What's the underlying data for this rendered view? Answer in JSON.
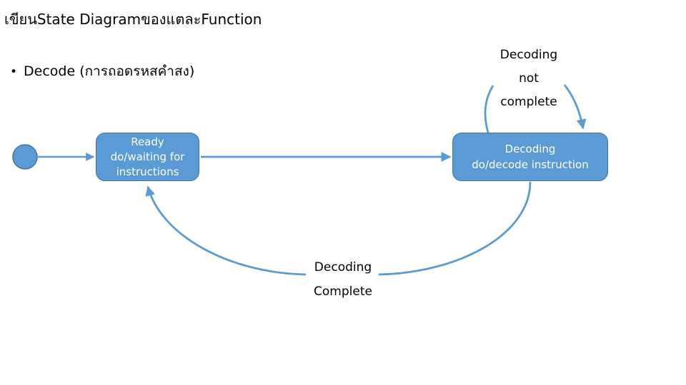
{
  "slide": {
    "title": "เขียนState DiagramของแตละFunction",
    "bullet": {
      "marker": "•",
      "text": "Decode (การถอดรหสคำสง)"
    }
  },
  "diagram": {
    "type": "state-diagram",
    "colors": {
      "state_fill": "#5B9BD5",
      "state_border": "#41719C",
      "state_text": "#FFFFFF",
      "connector": "#5B9BD5",
      "label_text": "#000000",
      "background": "#FFFFFF"
    },
    "initial_state": {
      "name": "start-node",
      "shape": "filled-circle"
    },
    "states": [
      {
        "id": "ready",
        "name": "Ready",
        "activity_line_1": "do/waiting for",
        "activity_line_2": "instructions"
      },
      {
        "id": "decoding",
        "name": "Decoding",
        "activity": "do/decode instruction"
      }
    ],
    "transitions": [
      {
        "id": "start-to-ready",
        "from": "start-node",
        "to": "ready",
        "label": ""
      },
      {
        "id": "ready-to-decoding",
        "from": "ready",
        "to": "decoding",
        "label": ""
      },
      {
        "id": "decoding-self-loop",
        "from": "decoding",
        "to": "decoding",
        "label_lines": [
          "Decoding",
          "not",
          "complete"
        ]
      },
      {
        "id": "decoding-to-ready",
        "from": "decoding",
        "to": "ready",
        "label_lines": [
          "Decoding",
          "Complete"
        ]
      }
    ]
  }
}
